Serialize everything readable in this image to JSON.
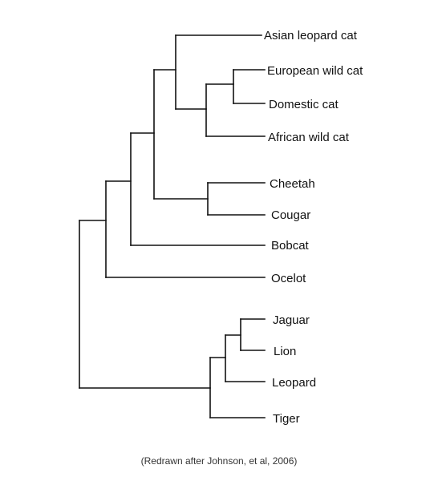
{
  "tree": {
    "taxa": [
      "Asian leopard cat",
      "European wild cat",
      "Domestic cat",
      "African wild cat",
      "Cheetah",
      "Cougar",
      "Bobcat",
      "Ocelot",
      "Jaguar",
      "Lion",
      "Leopard",
      "Tiger"
    ],
    "newick": "((((Asian leopard cat,((European wild cat,Domestic cat),African wild cat)),(Cheetah,Cougar)),Bobcat),Ocelot),(((Jaguar,Lion),Leopard),Tiger)"
  },
  "caption": "(Redrawn after Johnson, et al, 2006)"
}
